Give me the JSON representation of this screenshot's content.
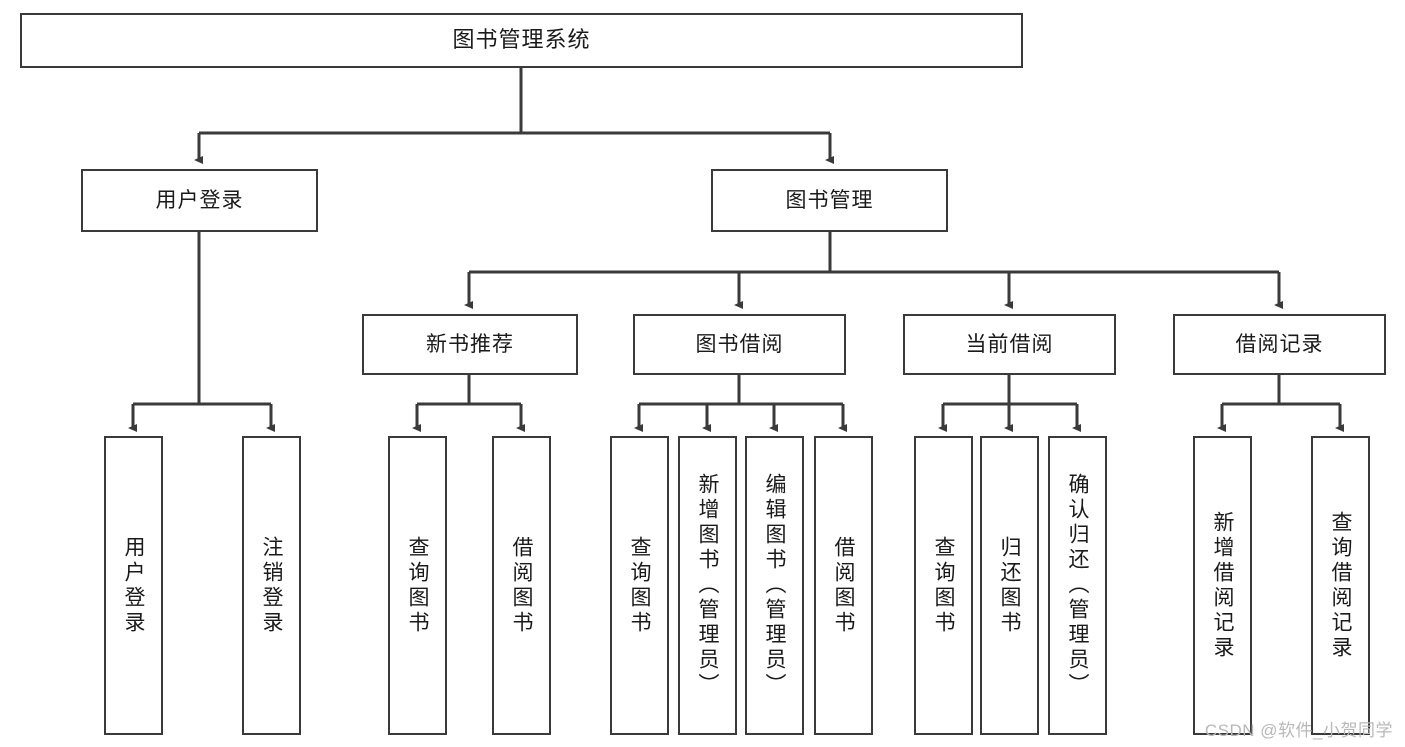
{
  "diagram": {
    "title": "图书管理系统",
    "type": "hierarchy-tree",
    "orientation": "top-down",
    "colors": {
      "box_border": "#3a3a3a",
      "box_fill": "#ffffff",
      "connector": "#3a3a3a",
      "text": "#1a1a1a",
      "watermark": "#b8b8b8"
    }
  },
  "root": {
    "label": "图书管理系统"
  },
  "level2": [
    {
      "id": "user-login",
      "label": "用户登录"
    },
    {
      "id": "book-manage",
      "label": "图书管理"
    }
  ],
  "level3": [
    {
      "id": "new-book-recommend",
      "label": "新书推荐"
    },
    {
      "id": "book-borrow",
      "label": "图书借阅"
    },
    {
      "id": "current-borrow",
      "label": "当前借阅"
    },
    {
      "id": "borrow-record",
      "label": "借阅记录"
    }
  ],
  "leaves": {
    "user_login": [
      {
        "id": "leaf-user-login",
        "label": "用户登录"
      },
      {
        "id": "leaf-logout",
        "label": "注销登录"
      }
    ],
    "new_book_recommend": [
      {
        "id": "leaf-query-book-1",
        "label": "查询图书"
      },
      {
        "id": "leaf-borrow-book-1",
        "label": "借阅图书"
      }
    ],
    "book_borrow": [
      {
        "id": "leaf-query-book-2",
        "label": "查询图书"
      },
      {
        "id": "leaf-add-book",
        "label": "新增图书（管理员）"
      },
      {
        "id": "leaf-edit-book",
        "label": "编辑图书（管理员）"
      },
      {
        "id": "leaf-borrow-book-2",
        "label": "借阅图书"
      }
    ],
    "current_borrow": [
      {
        "id": "leaf-query-book-3",
        "label": "查询图书"
      },
      {
        "id": "leaf-return-book",
        "label": "归还图书"
      },
      {
        "id": "leaf-confirm-return",
        "label": "确认归还（管理员）"
      }
    ],
    "borrow_record": [
      {
        "id": "leaf-add-record",
        "label": "新增借阅记录"
      },
      {
        "id": "leaf-query-record",
        "label": "查询借阅记录"
      }
    ]
  },
  "watermark": {
    "text": "CSDN @软件_小贺同学"
  }
}
